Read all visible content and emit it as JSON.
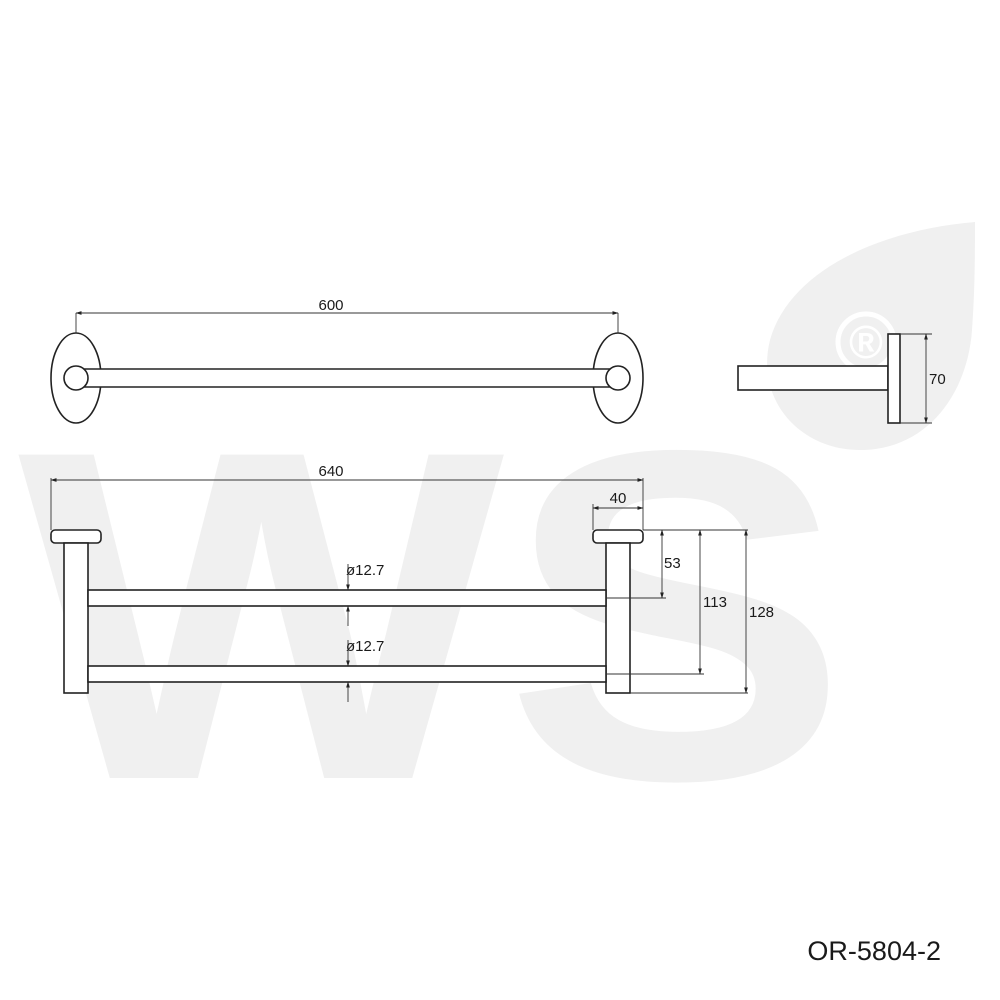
{
  "drawing": {
    "model_code": "OR-5804-2",
    "dimensions": {
      "top_length": "600",
      "overall_length": "640",
      "bracket_width": "40",
      "side_height": "70",
      "upper_bar_diameter": "ø12.7",
      "lower_bar_diameter": "ø12.7",
      "first_bar_offset": "53",
      "second_bar_offset": "113",
      "bracket_height": "128"
    }
  },
  "watermark": {
    "letters": "WS",
    "mark": "®",
    "color": "#f0f0f0"
  },
  "colors": {
    "line": "#222222",
    "background": "#ffffff"
  }
}
